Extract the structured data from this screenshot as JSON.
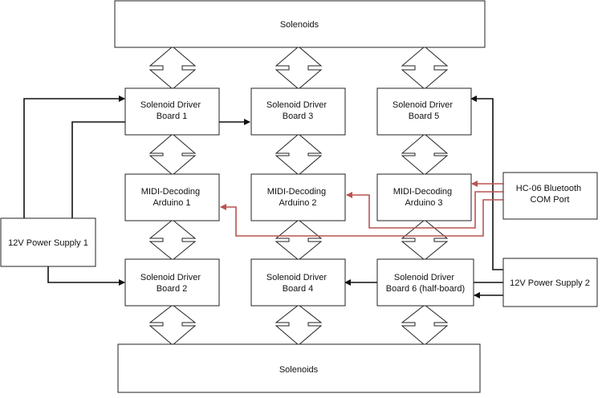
{
  "blocks": {
    "solenoids_top": "Solenoids",
    "solenoids_bottom": "Solenoids",
    "driver_1": [
      "Solenoid Driver",
      "Board 1"
    ],
    "driver_3": [
      "Solenoid Driver",
      "Board 3"
    ],
    "driver_5": [
      "Solenoid Driver",
      "Board 5"
    ],
    "arduino_1": [
      "MIDI-Decoding",
      "Arduino 1"
    ],
    "arduino_2": [
      "MIDI-Decoding",
      "Arduino 2"
    ],
    "arduino_3": [
      "MIDI-Decoding",
      "Arduino 3"
    ],
    "driver_2": [
      "Solenoid Driver",
      "Board 2"
    ],
    "driver_4": [
      "Solenoid Driver",
      "Board 4"
    ],
    "driver_6": [
      "Solenoid Driver",
      "Board 6 (half-board)"
    ],
    "power_supply_1": "12V Power Supply 1",
    "power_supply_2": "12V Power Supply 2",
    "bluetooth": [
      "HC-06 Bluetooth",
      "COM Port"
    ]
  },
  "colors": {
    "power_wire": "#111111",
    "data_wire": "#b85450",
    "box_stroke": "#222222"
  }
}
